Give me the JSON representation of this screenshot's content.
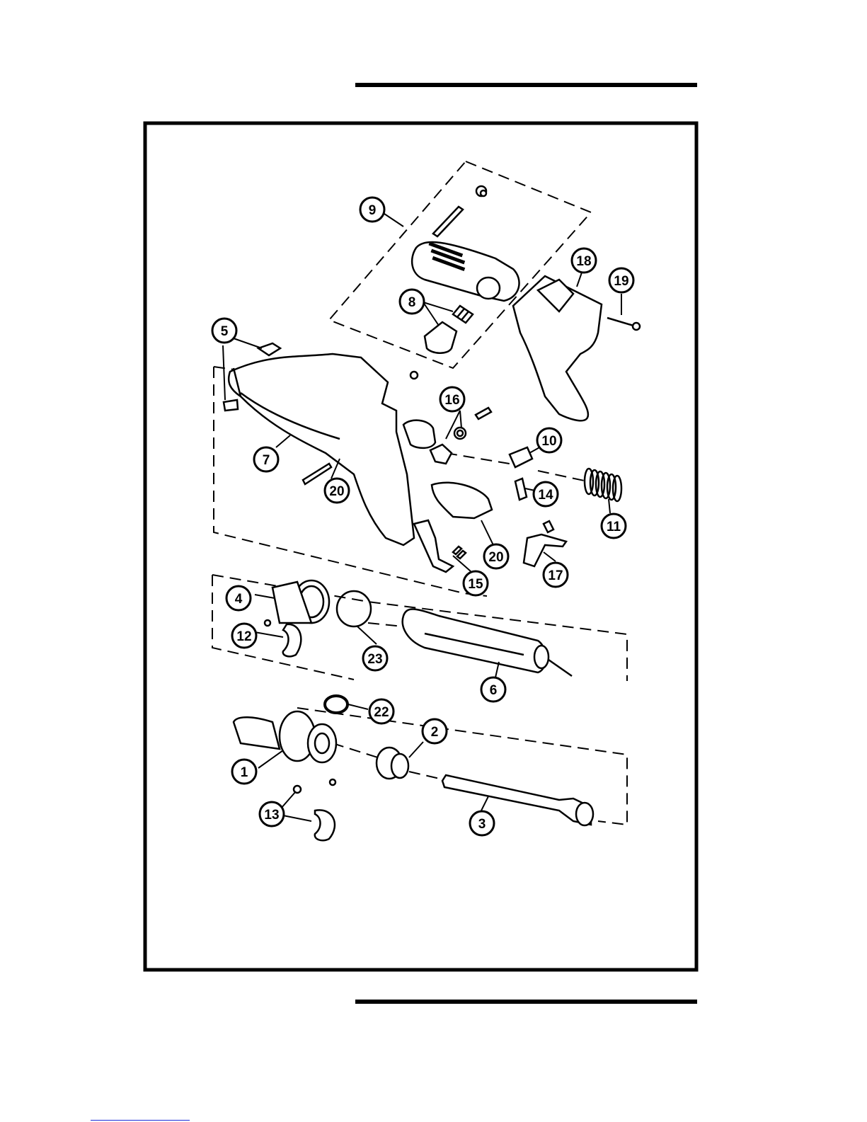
{
  "callouts": [
    {
      "id": "c1",
      "label": "1"
    },
    {
      "id": "c2",
      "label": "2"
    },
    {
      "id": "c3",
      "label": "3"
    },
    {
      "id": "c4",
      "label": "4"
    },
    {
      "id": "c5",
      "label": "5"
    },
    {
      "id": "c6",
      "label": "6"
    },
    {
      "id": "c7",
      "label": "7"
    },
    {
      "id": "c8",
      "label": "8"
    },
    {
      "id": "c9",
      "label": "9"
    },
    {
      "id": "c10",
      "label": "10"
    },
    {
      "id": "c11",
      "label": "11"
    },
    {
      "id": "c12",
      "label": "12"
    },
    {
      "id": "c13",
      "label": "13"
    },
    {
      "id": "c14",
      "label": "14"
    },
    {
      "id": "c15",
      "label": "15"
    },
    {
      "id": "c16",
      "label": "16"
    },
    {
      "id": "c17",
      "label": "17"
    },
    {
      "id": "c18",
      "label": "18"
    },
    {
      "id": "c19",
      "label": "19"
    },
    {
      "id": "c20a",
      "label": "20"
    },
    {
      "id": "c20b",
      "label": "20"
    },
    {
      "id": "c22",
      "label": "22"
    },
    {
      "id": "c23",
      "label": "23"
    }
  ],
  "colors": {
    "ink": "#000000",
    "paper": "#ffffff",
    "link": "#1a2bd6"
  }
}
